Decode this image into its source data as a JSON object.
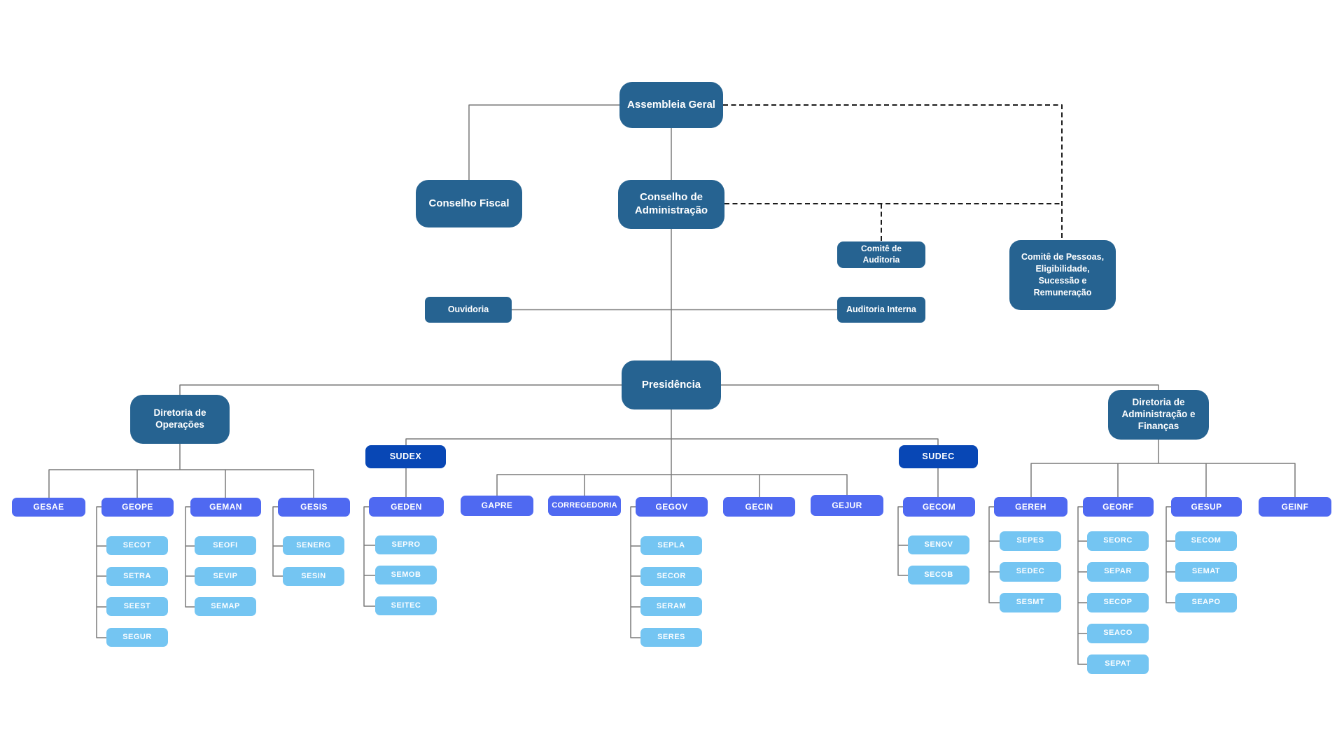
{
  "colors": {
    "gov": "#266391",
    "sup": "#0847B5",
    "ger": "#4F69F1",
    "sec": "#74C5F2",
    "line": "#7a7a7a",
    "dash": "#1b1b1b",
    "bg": "#ffffff"
  },
  "nodes": {
    "assembleia": {
      "label": "Assembleia Geral"
    },
    "conselho_fiscal": {
      "label": "Conselho Fiscal"
    },
    "conselho_adm": {
      "label": "Conselho de Administração"
    },
    "comite_auditoria": {
      "label": "Comitê de Auditoria"
    },
    "comite_pessoas": {
      "label": "Comitê de Pessoas, Eligibilidade, Sucessão e Remuneração"
    },
    "ouvidoria": {
      "label": "Ouvidoria"
    },
    "auditoria_interna": {
      "label": "Auditoria Interna"
    },
    "presidencia": {
      "label": "Presidência"
    },
    "dir_operacoes": {
      "label": "Diretoria de Operações"
    },
    "dir_adm_financas": {
      "label": "Diretoria de Administração e Finanças"
    },
    "sudex": {
      "label": "SUDEX"
    },
    "sudec": {
      "label": "SUDEC"
    },
    "gesae": {
      "label": "GESAE"
    },
    "geope": {
      "label": "GEOPE"
    },
    "geman": {
      "label": "GEMAN"
    },
    "gesis": {
      "label": "GESIS"
    },
    "geden": {
      "label": "GEDEN"
    },
    "gapre": {
      "label": "GAPRE"
    },
    "corregedoria": {
      "label": "CORREGEDORIA"
    },
    "gegov": {
      "label": "GEGOV"
    },
    "gecin": {
      "label": "GECIN"
    },
    "gejur": {
      "label": "GEJUR"
    },
    "gecom": {
      "label": "GECOM"
    },
    "gereh": {
      "label": "GEREH"
    },
    "georf": {
      "label": "GEORF"
    },
    "gesup": {
      "label": "GESUP"
    },
    "geinf": {
      "label": "GEINF"
    },
    "secot": {
      "label": "SECOT"
    },
    "setra": {
      "label": "SETRA"
    },
    "seest": {
      "label": "SEEST"
    },
    "segur": {
      "label": "SEGUR"
    },
    "seofi": {
      "label": "SEOFI"
    },
    "sevip": {
      "label": "SEVIP"
    },
    "semap": {
      "label": "SEMAP"
    },
    "senerg": {
      "label": "SENERG"
    },
    "sesin": {
      "label": "SESIN"
    },
    "sepro": {
      "label": "SEPRO"
    },
    "semob": {
      "label": "SEMOB"
    },
    "seitec": {
      "label": "SEITEC"
    },
    "sepla": {
      "label": "SEPLA"
    },
    "secor": {
      "label": "SECOR"
    },
    "seram": {
      "label": "SERAM"
    },
    "seres": {
      "label": "SERES"
    },
    "senov": {
      "label": "SENOV"
    },
    "secob": {
      "label": "SECOB"
    },
    "sepes": {
      "label": "SEPES"
    },
    "sedec": {
      "label": "SEDEC"
    },
    "sesmt": {
      "label": "SESMT"
    },
    "seorc": {
      "label": "SEORC"
    },
    "separ": {
      "label": "SEPAR"
    },
    "secop": {
      "label": "SECOP"
    },
    "seaco": {
      "label": "SEACO"
    },
    "sepat": {
      "label": "SEPAT"
    },
    "secom": {
      "label": "SECOM"
    },
    "semat": {
      "label": "SEMAT"
    },
    "seapo": {
      "label": "SEAPO"
    }
  }
}
